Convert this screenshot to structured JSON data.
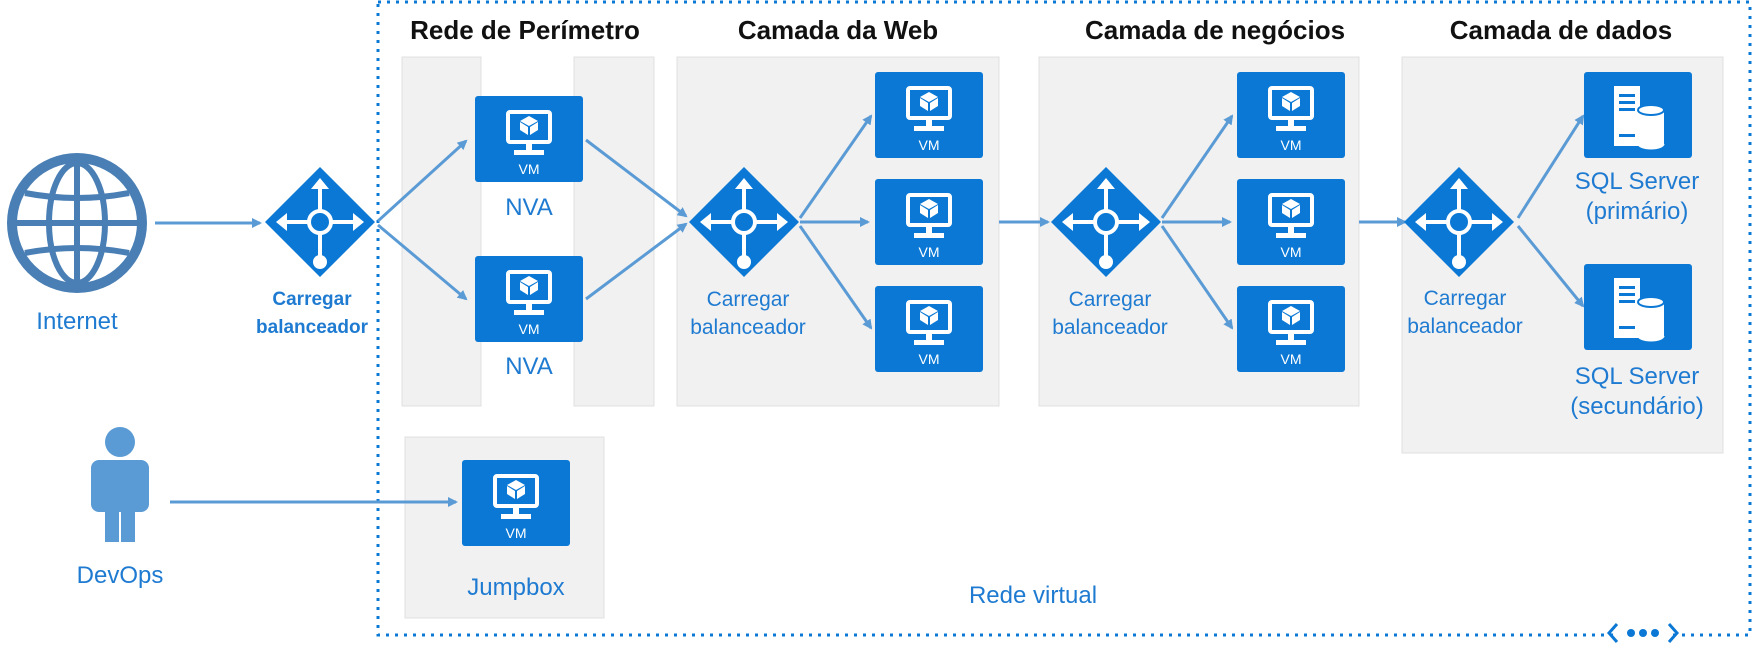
{
  "headers": {
    "perimeter": "Rede de Perímetro",
    "web": "Camada da Web",
    "business": "Camada de negócios",
    "data": "Camada de dados"
  },
  "internet_label": "Internet",
  "devops_label": "DevOps",
  "vm_label": "VM",
  "nva_label": "NVA",
  "jumpbox_label": "Jumpbox",
  "lb_label_line1": "Carregar",
  "lb_label_line2": "balanceador",
  "sql_primary": {
    "line1": "SQL Server",
    "line2": "(primário)"
  },
  "sql_secondary": {
    "line1": "SQL Server",
    "line2": "(secundário)"
  },
  "vnet_label": "Rede virtual",
  "colors": {
    "accent": "#0a78d4",
    "text_blue": "#1f7bd1",
    "arrow": "#5b9bd5",
    "panel": "#f1f1f1",
    "globe": "#4a7fb5",
    "person": "#5b9bd5"
  }
}
